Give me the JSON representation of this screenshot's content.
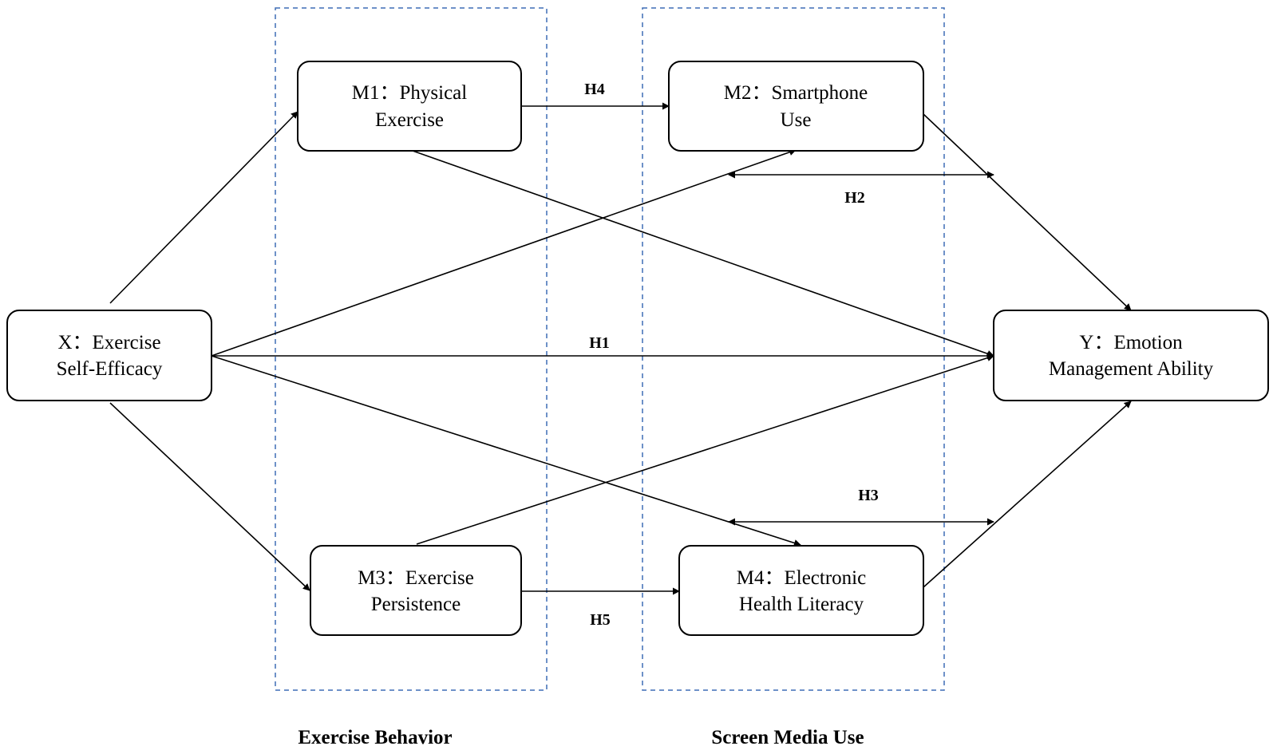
{
  "groups": {
    "exercise_behavior": {
      "label": "Exercise Behavior"
    },
    "screen_media_use": {
      "label": "Screen Media Use"
    }
  },
  "nodes": {
    "x": {
      "line1": "X：Exercise",
      "line2": "Self-Efficacy"
    },
    "m1": {
      "line1": "M1：Physical",
      "line2": "Exercise"
    },
    "m2": {
      "line1": "M2：Smartphone",
      "line2": "Use"
    },
    "m3": {
      "line1": "M3：Exercise",
      "line2": "Persistence"
    },
    "m4": {
      "line1": "M4：Electronic",
      "line2": "Health Literacy"
    },
    "y": {
      "line1": "Y：Emotion",
      "line2": "Management Ability"
    }
  },
  "hypotheses": {
    "h1": "H1",
    "h2": "H2",
    "h3": "H3",
    "h4": "H4",
    "h5": "H5"
  },
  "colors": {
    "group_border": "#3f6db5",
    "stroke": "#000000"
  }
}
